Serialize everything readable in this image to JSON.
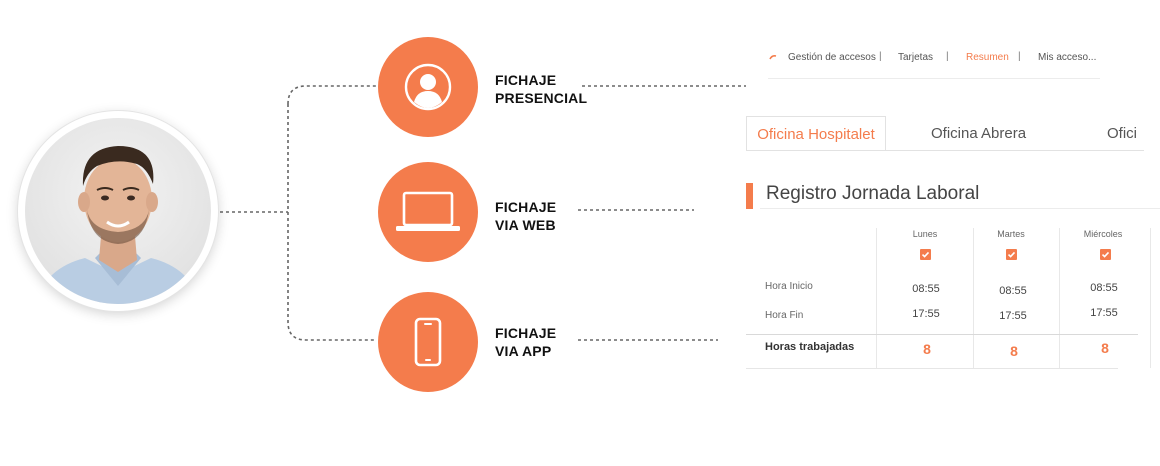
{
  "methods": [
    {
      "line1": "FICHAJE",
      "line2": "PRESENCIAL",
      "icon": "user-icon"
    },
    {
      "line1": "FICHAJE",
      "line2": "VIA WEB",
      "icon": "laptop-icon"
    },
    {
      "line1": "FICHAJE",
      "line2": "VIA APP",
      "icon": "smartphone-icon"
    }
  ],
  "nav": {
    "items": [
      "Gestión de accesos",
      "Tarjetas",
      "Resumen",
      "Mis acceso..."
    ],
    "separator": "|",
    "active": "Resumen"
  },
  "tabs": [
    "Oficina Hospitalet",
    "Oficina Abrera",
    "Ofici"
  ],
  "section_title": "Registro Jornada Laboral",
  "schedule": {
    "days": [
      "Lunes",
      "Martes",
      "Miércoles"
    ],
    "rows": [
      {
        "label": "Hora Inicio",
        "values": [
          "08:55",
          "08:55",
          "08:55"
        ]
      },
      {
        "label": "Hora Fin",
        "values": [
          "17:55",
          "17:55",
          "17:55"
        ]
      }
    ],
    "total_label": "Horas trabajadas",
    "totals": [
      "8",
      "8",
      "8"
    ]
  },
  "colors": {
    "accent": "#f47c4c",
    "connector": "#666666"
  }
}
